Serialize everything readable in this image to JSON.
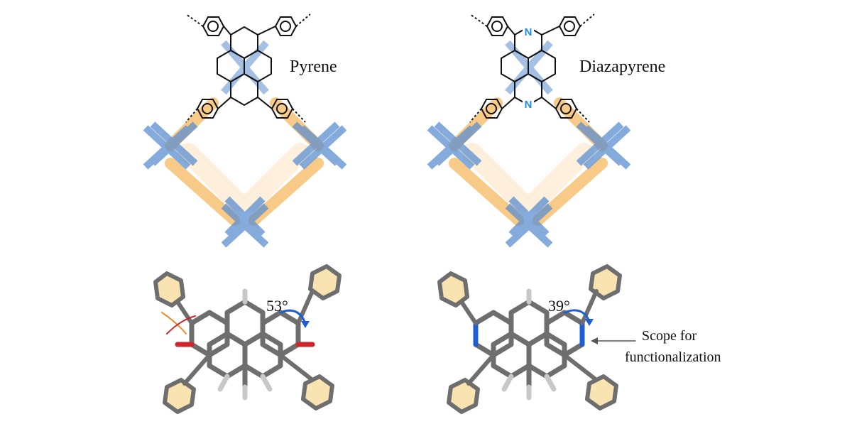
{
  "panels": {
    "top_left_label": "Pyrene",
    "top_right_label": "Diazapyrene",
    "bottom_left_angle": "53°",
    "bottom_right_angle": "39°",
    "scope_line1": "Scope for",
    "scope_line2": "functionalization",
    "nitrogen_top": "N",
    "nitrogen_bottom": "N"
  },
  "colors": {
    "framework_blue": "#5b8fd0",
    "framework_orange": "#f6bd6a",
    "bond_gray": "#6e6e6e",
    "nitrogen_blue": "#1e5fd6",
    "oxygen_red": "#d2242a",
    "phenyl_fill": "#f9e3b0"
  }
}
